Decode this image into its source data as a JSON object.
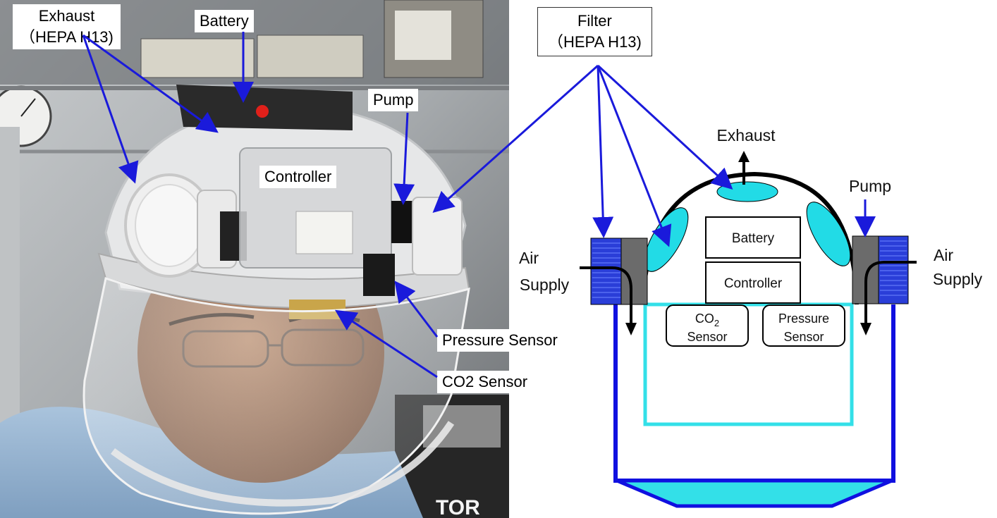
{
  "photo": {
    "labels": {
      "exhaust_line1": "Exhaust",
      "exhaust_line2": "（HEPA H13)",
      "battery": "Battery",
      "pump": "Pump",
      "controller": "Controller",
      "pressure_sensor": "Pressure Sensor",
      "co2_sensor": "CO2 Sensor",
      "stamp": "TOR"
    }
  },
  "schematic": {
    "filter_line1": "Filter",
    "filter_line2": "（HEPA H13)",
    "exhaust": "Exhaust",
    "pump": "Pump",
    "air_supply_left_line1": "Air",
    "air_supply_left_line2": "Supply",
    "air_supply_right_line1": "Air",
    "air_supply_right_line2": "Supply",
    "battery": "Battery",
    "controller": "Controller",
    "co2_main": "CO",
    "co2_sub": "2",
    "co2_sensor_word": "Sensor",
    "pressure_line1": "Pressure",
    "pressure_line2": "Sensor"
  },
  "colors": {
    "arrow_blue": "#1a1adb",
    "outline_blue": "#1010e0",
    "inner_cyan": "#33e0e8",
    "filter_fill": "#22dbe6",
    "pump_gray": "#6b6b6b",
    "filter_block_blue": "#2a3ed8"
  }
}
